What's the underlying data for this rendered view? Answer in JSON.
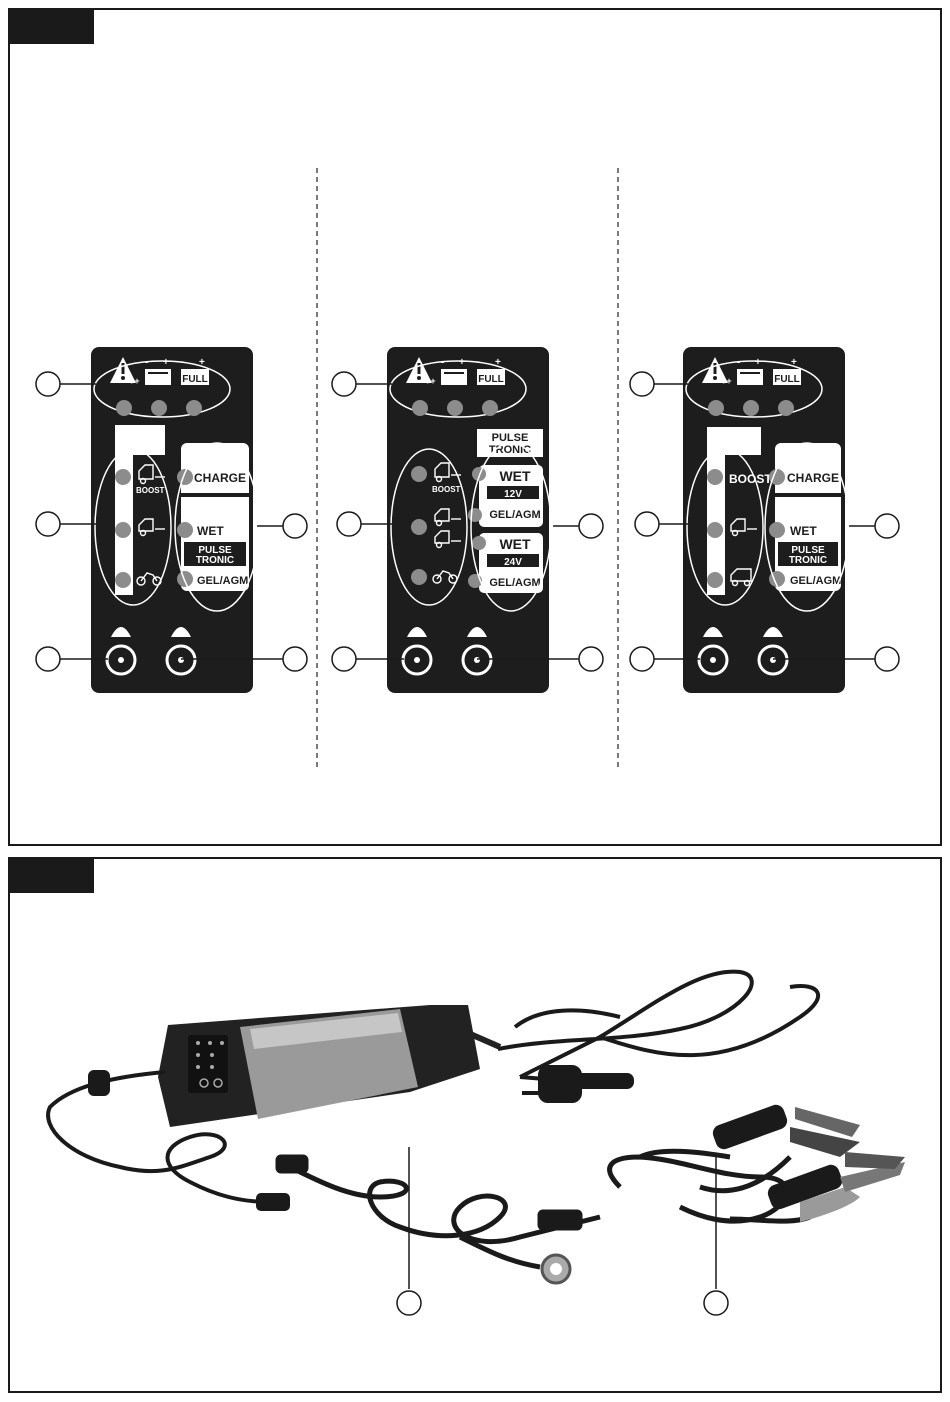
{
  "figure1": {
    "panels": [
      {
        "top_icons": [
          "warning-battery-icon",
          "battery-minus-plus-icon",
          "battery-full-icon"
        ],
        "full_label": "FULL",
        "left_column": {
          "boost_label": "BOOST",
          "icons": [
            "car-boost-icon",
            "car-icon",
            "motorcycle-icon"
          ]
        },
        "right_column": {
          "charge": "CHARGE",
          "wet": "WET",
          "pulse": "PULSE",
          "tronic": "TRONIC",
          "gel": "GEL/AGM"
        }
      },
      {
        "top_icons": [
          "warning-battery-icon",
          "battery-minus-plus-icon",
          "battery-full-icon"
        ],
        "full_label": "FULL",
        "left_column": {
          "boost_label": "BOOST",
          "icons": [
            "car-boost-icon",
            "car-icon",
            "truck-icon",
            "motorcycle-icon"
          ]
        },
        "right_column": {
          "pulse": "PULSE",
          "tronic": "TRONIC",
          "wet": "WET",
          "v12": "12V",
          "gel_a": "GEL/AGM",
          "wet_b": "WET",
          "v24": "24V",
          "gel_b": "GEL/AGM"
        }
      },
      {
        "top_icons": [
          "warning-battery-icon",
          "battery-minus-plus-icon",
          "battery-full-icon"
        ],
        "full_label": "FULL",
        "left_column": {
          "boost_label": "BOOST",
          "icons": [
            "car-icon",
            "van-icon"
          ]
        },
        "right_column": {
          "charge": "CHARGE",
          "wet": "WET",
          "pulse": "PULSE",
          "tronic": "TRONIC",
          "gel": "GEL/AGM"
        }
      }
    ]
  },
  "figure2": {
    "items": [
      "charger-unit",
      "mains-plug-cable",
      "ring-terminal-cable",
      "clamp-cable"
    ]
  },
  "colors": {
    "panel": "#1d1d1d",
    "led": "#8c8c8c",
    "label_bg": "#ffffff",
    "frame": "#1a1a1a"
  }
}
